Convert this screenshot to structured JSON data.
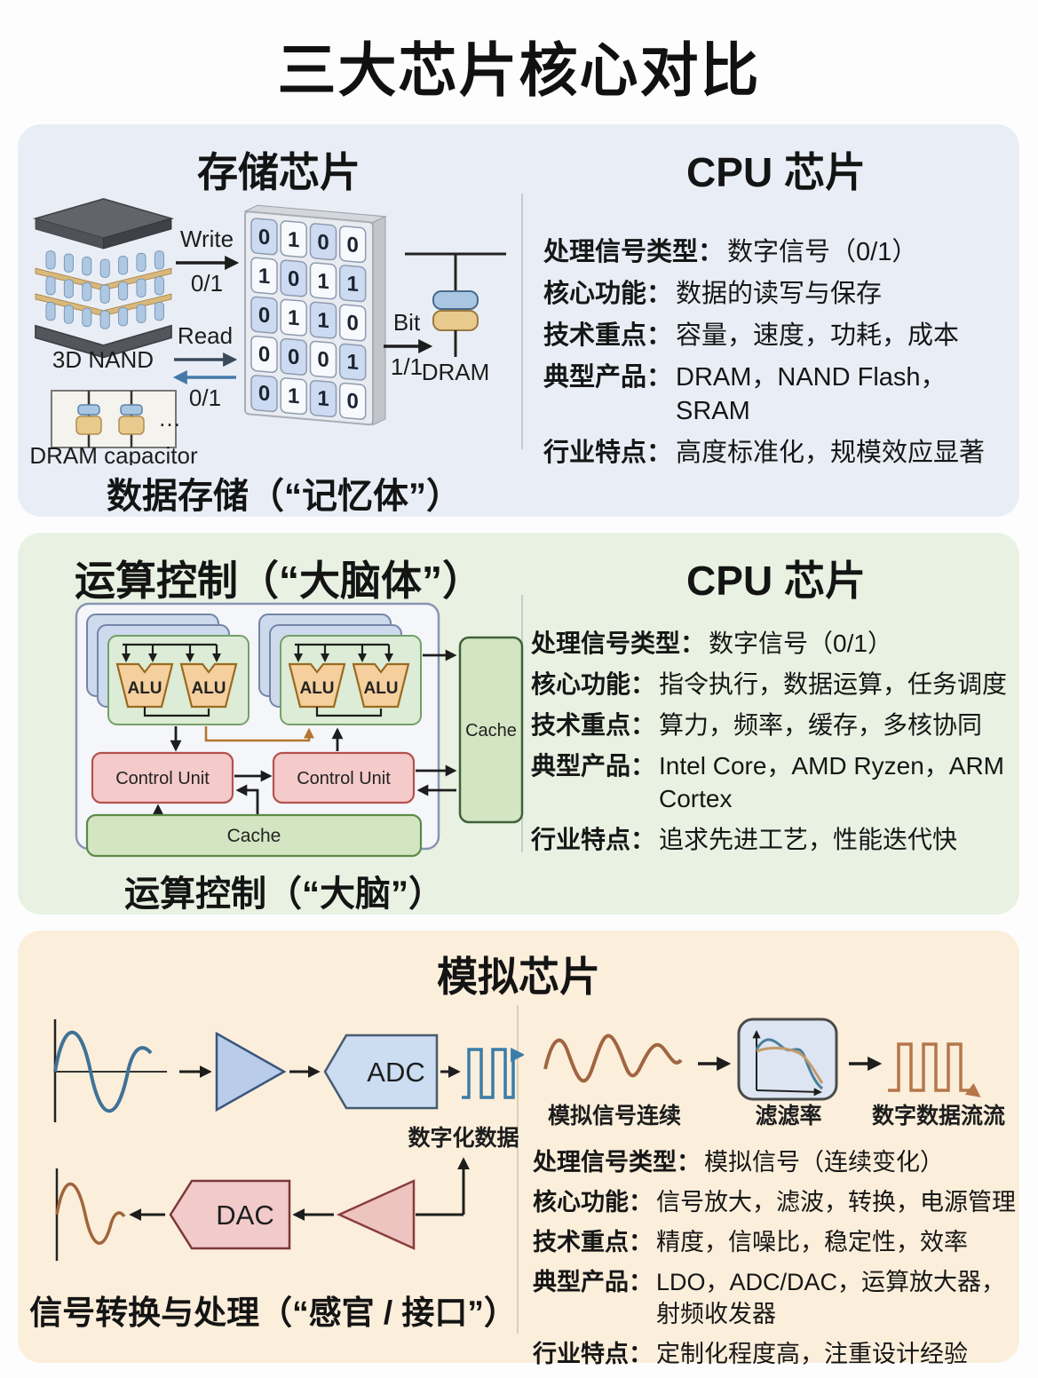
{
  "page": {
    "title": "三大芯片核心对比"
  },
  "colors": {
    "memory_panel_bg": "#e9eef6",
    "cpu_panel_bg": "#e9f2e2",
    "analog_panel_bg": "#fbeedb",
    "alu_fill": "#f5cf9d",
    "control_unit_fill": "#f4caca",
    "cache_fill": "#d3e5c2",
    "adc_fill": "#ccddf1",
    "dac_fill": "#f1caca",
    "signal_blue": "#3a7ca8",
    "signal_brown": "#a0653c"
  },
  "memory_panel": {
    "left_title": "存储芯片",
    "right_title": "CPU 芯片",
    "nand_label": "3D NAND",
    "dram_capacitor_label": "DRAM capacitor",
    "dram_capacitor_dots": "…",
    "write_label": "Write",
    "write_value": "0/1",
    "read_label": "Read",
    "read_value": "0/1",
    "bit_label": "Bit",
    "bit_value": "1/1",
    "dram_label": "DRAM",
    "grid_rows": [
      [
        "0",
        "1",
        "0",
        "0"
      ],
      [
        "1",
        "0",
        "1",
        "1"
      ],
      [
        "0",
        "1",
        "1",
        "0"
      ],
      [
        "0",
        "0",
        "0",
        "1"
      ],
      [
        "0",
        "1",
        "1",
        "0"
      ]
    ],
    "caption": "数据存储（“记忆体”）",
    "specs": [
      {
        "label": "处理信号类型：",
        "value": "数字信号（0/1）"
      },
      {
        "label": "核心功能：",
        "value": "数据的读写与保存"
      },
      {
        "label": "技术重点：",
        "value": "容量，速度，功耗，成本"
      },
      {
        "label": "典型产品：",
        "value": "DRAM，NAND Flash，SRAM"
      },
      {
        "label": "行业特点：",
        "value": "高度标准化，规模效应显著"
      }
    ]
  },
  "cpu_panel": {
    "left_title": "运算控制（“大脑体”）",
    "right_title": "CPU 芯片",
    "alu_label": "ALU",
    "control_unit_label": "Control Unit",
    "cache_label": "Cache",
    "caption": "运算控制（“大脑”）",
    "specs": [
      {
        "label": "处理信号类型：",
        "value": "数字信号（0/1）"
      },
      {
        "label": "核心功能：",
        "value": "指令执行，数据运算，任务调度"
      },
      {
        "label": "技术重点：",
        "value": "算力，频率，缓存，多核协同"
      },
      {
        "label": "典型产品：",
        "value": "Intel Core，AMD Ryzen，ARM Cortex"
      },
      {
        "label": "行业特点：",
        "value": "追求先进工艺，性能迭代快"
      }
    ]
  },
  "analog_panel": {
    "title": "模拟芯片",
    "adc_label": "ADC",
    "dac_label": "DAC",
    "digitized_label": "数字化数据",
    "flow_labels": [
      "模拟信号连续",
      "滤滤率",
      "数字数据流流"
    ],
    "caption": "信号转换与处理（“感官 / 接口”）",
    "specs": [
      {
        "label": "处理信号类型：",
        "value": "模拟信号（连续变化）"
      },
      {
        "label": "核心功能：",
        "value": "信号放大，滤波，转换，电源管理"
      },
      {
        "label": "技术重点：",
        "value": "精度，信噪比，稳定性，效率"
      },
      {
        "label": "典型产品：",
        "value": "LDO，ADC/DAC，运算放大器，射频收发器"
      },
      {
        "label": "行业特点：",
        "value": "定制化程度高，注重设计经验"
      }
    ]
  }
}
